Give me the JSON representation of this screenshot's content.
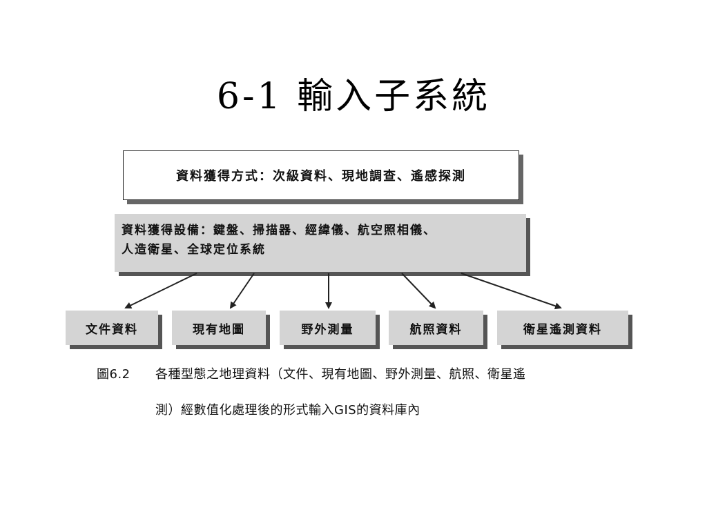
{
  "slide": {
    "title": "6-1  輸入子系統"
  },
  "diagram": {
    "acquisition_methods": "資料獲得方式：次級資料、現地調查、遙感探測",
    "acquisition_devices": {
      "line1": "資料獲得設備：鍵盤、掃描器、經緯儀、航空照相儀、",
      "line2": "人造衛星、全球定位系統"
    },
    "data_types": [
      {
        "label": "文件資料"
      },
      {
        "label": "現有地圖"
      },
      {
        "label": "野外測量"
      },
      {
        "label": "航照資料"
      },
      {
        "label": "衛星遙測資料"
      }
    ]
  },
  "caption": {
    "figure_label": "圖6.2",
    "line1": "各種型態之地理資料（文件、現有地圖、野外測量、航照、衛星遙",
    "line2": "測）經數值化處理後的形式輸入GIS的資料庫內"
  }
}
